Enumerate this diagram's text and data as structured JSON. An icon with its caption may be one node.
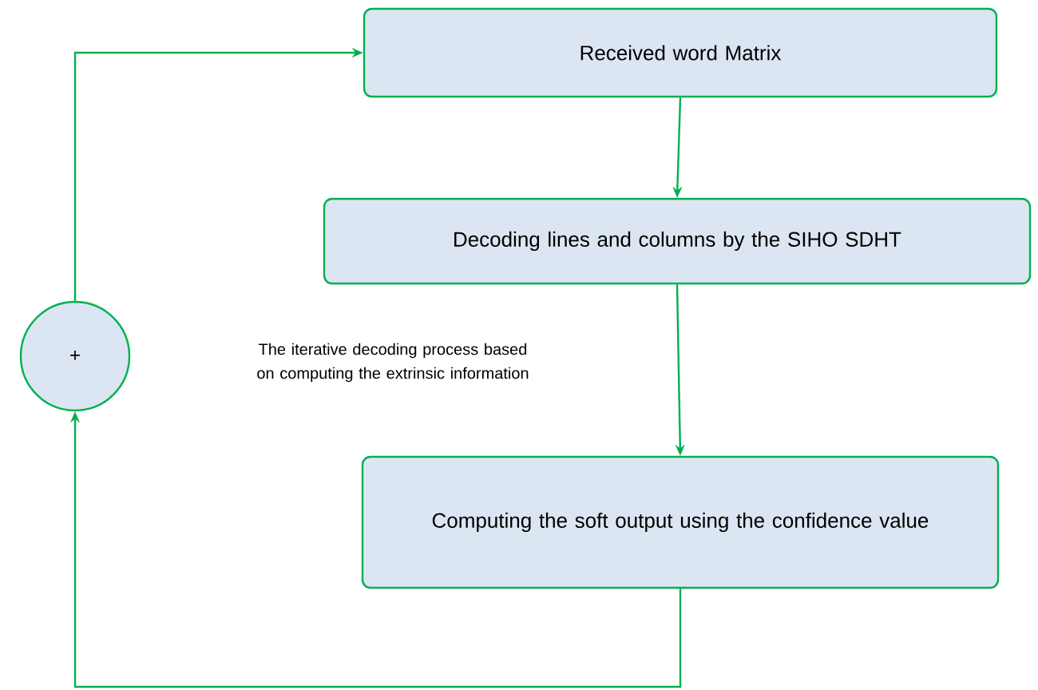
{
  "diagram": {
    "nodes": [
      {
        "text": [
          "Received word Matrix"
        ]
      },
      {
        "text": [
          "Decoding lines and columns by the SIHO SDHT"
        ]
      },
      {
        "text": [
          "Computing the soft output using the confidence value"
        ]
      },
      {
        "text": [
          "+"
        ]
      }
    ],
    "edges": [
      {
        "from": 0,
        "to": 1,
        "arrow": "to"
      },
      {
        "from": 1,
        "to": 2,
        "arrow": "to"
      },
      {
        "from": 2,
        "to": 3,
        "arrow": "to"
      },
      {
        "from": 3,
        "to": 0,
        "arrow": "to"
      }
    ],
    "labels": [
      "The iterative decoding process based on computing the extrinsic information"
    ]
  }
}
